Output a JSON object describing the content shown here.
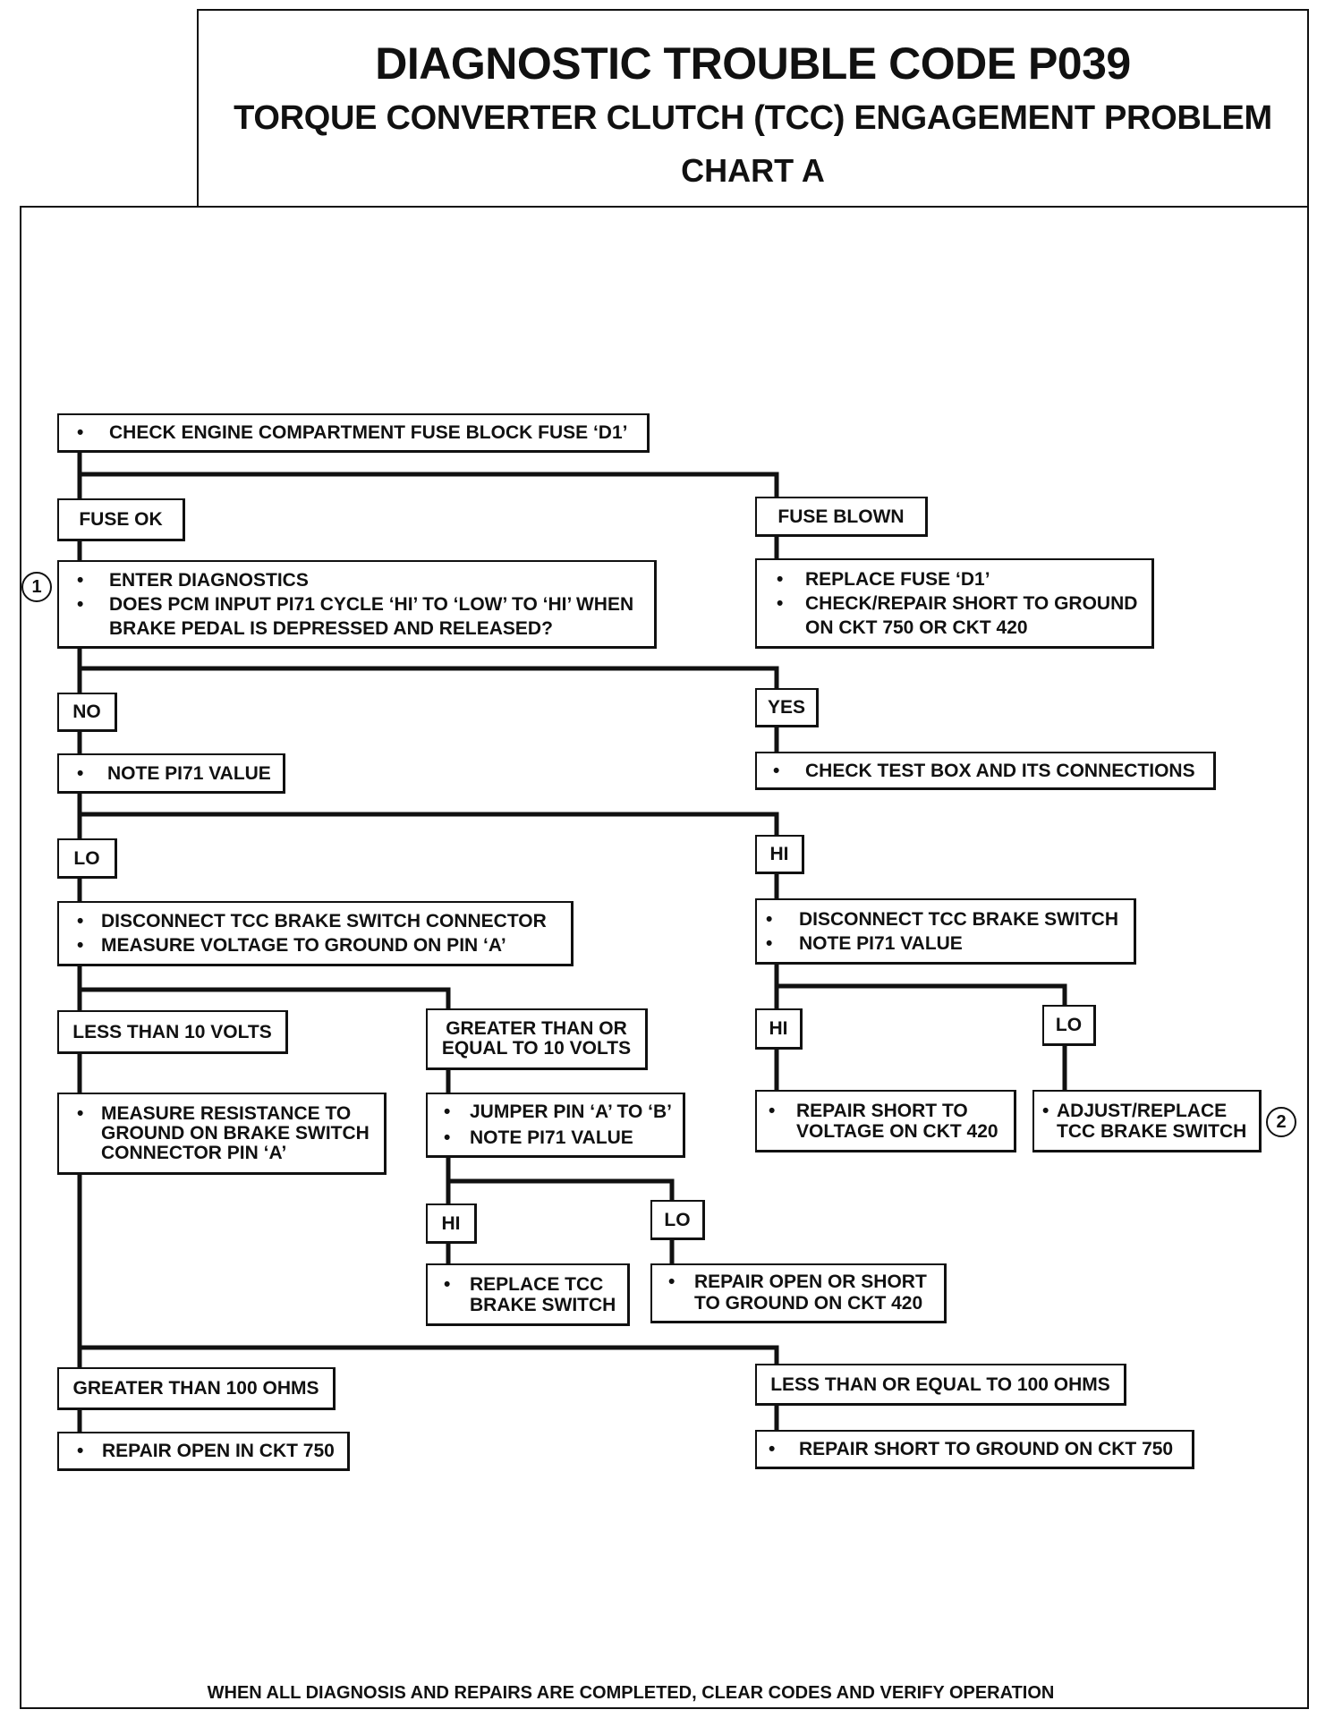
{
  "title": {
    "line1": "DIAGNOSTIC TROUBLE CODE P039",
    "line2": "TORQUE CONVERTER CLUTCH (TCC) ENGAGEMENT PROBLEM",
    "line3": "CHART A"
  },
  "flow": {
    "check_fuse": {
      "items": [
        [
          "CHECK ENGINE COMPARTMENT FUSE BLOCK FUSE ‘D1’"
        ]
      ]
    },
    "fuse_ok": "FUSE OK",
    "fuse_blown": "FUSE BLOWN",
    "enter_diag": {
      "items": [
        [
          "ENTER DIAGNOSTICS"
        ],
        [
          "DOES PCM INPUT PI71 CYCLE ‘HI’ TO ‘LOW’ TO ‘HI’ WHEN",
          "BRAKE PEDAL IS DEPRESSED AND RELEASED?"
        ]
      ]
    },
    "replace_fuse": {
      "items": [
        [
          "REPLACE FUSE ‘D1’"
        ],
        [
          "CHECK/REPAIR SHORT TO GROUND",
          "ON CKT 750 OR CKT 420"
        ]
      ]
    },
    "no": "NO",
    "yes": "YES",
    "note_pi71": {
      "items": [
        [
          "NOTE PI71 VALUE"
        ]
      ]
    },
    "check_test_box": {
      "items": [
        [
          "CHECK TEST BOX AND ITS CONNECTIONS"
        ]
      ]
    },
    "lo_1": "LO",
    "hi_1": "HI",
    "disconnect_connector": {
      "items": [
        [
          "DISCONNECT TCC BRAKE SWITCH CONNECTOR"
        ],
        [
          "MEASURE VOLTAGE TO GROUND ON PIN ‘A’"
        ]
      ]
    },
    "disconnect_switch": {
      "items": [
        [
          "DISCONNECT TCC BRAKE SWITCH"
        ],
        [
          "NOTE PI71 VALUE"
        ]
      ]
    },
    "less_10v": "LESS THAN 10 VOLTS",
    "ge_10v": [
      "GREATER THAN OR",
      "EQUAL TO 10 VOLTS"
    ],
    "measure_resistance": {
      "items": [
        [
          "MEASURE RESISTANCE TO",
          "GROUND ON BRAKE SWITCH",
          "CONNECTOR PIN ‘A’"
        ]
      ]
    },
    "jumper": {
      "items": [
        [
          "JUMPER PIN ‘A’ TO ‘B’"
        ],
        [
          "NOTE PI71 VALUE"
        ]
      ]
    },
    "hi_2": "HI",
    "lo_2": "LO",
    "replace_switch": {
      "items": [
        [
          "REPLACE TCC",
          "BRAKE SWITCH"
        ]
      ]
    },
    "repair_open_short_420": {
      "items": [
        [
          "REPAIR OPEN OR SHORT",
          "TO GROUND ON CKT 420"
        ]
      ]
    },
    "hi_3": "HI",
    "lo_3": "LO",
    "repair_short_voltage": {
      "items": [
        [
          "REPAIR SHORT TO",
          "VOLTAGE ON CKT 420"
        ]
      ]
    },
    "adjust_replace": {
      "items": [
        [
          "ADJUST/REPLACE",
          "TCC BRAKE SWITCH"
        ]
      ]
    },
    "gt_100": "GREATER THAN 100 OHMS",
    "le_100": "LESS THAN OR EQUAL TO 100 OHMS",
    "repair_open_750": {
      "items": [
        [
          "REPAIR OPEN IN CKT 750"
        ]
      ]
    },
    "repair_short_750": {
      "items": [
        [
          "REPAIR SHORT TO GROUND ON CKT 750"
        ]
      ]
    }
  },
  "callouts": {
    "step_1": "1",
    "step_2": "2"
  },
  "footer": "WHEN ALL DIAGNOSIS AND REPAIRS ARE COMPLETED, CLEAR CODES AND VERIFY OPERATION"
}
